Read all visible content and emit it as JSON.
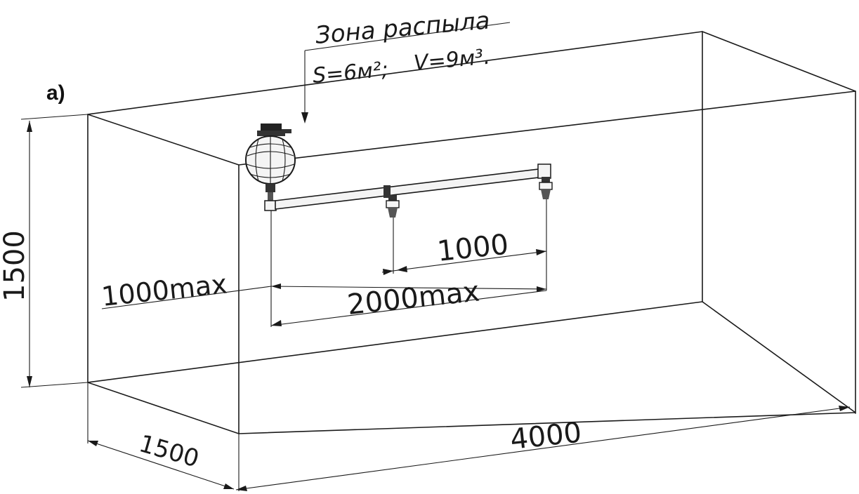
{
  "figure_label": "а)",
  "zone_title": "Зона распыла",
  "zone_area": "S=6м²;",
  "zone_volume": "V=9м³.",
  "dims": {
    "height": "1500",
    "depth": "1500",
    "length": "4000",
    "nozzle_spacing": "1000",
    "offset_max": "1000max",
    "span_max": "2000max"
  },
  "icons": [
    "fire-extinguisher-module-icon",
    "spray-nozzle-icon"
  ]
}
